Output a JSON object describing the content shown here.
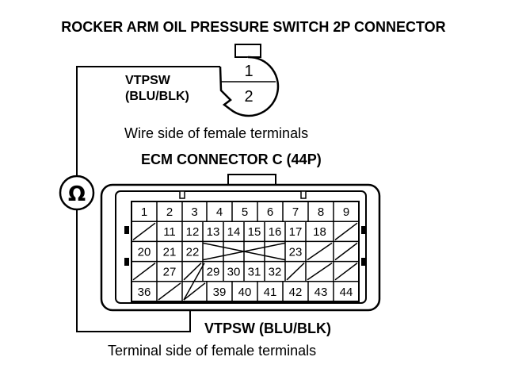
{
  "title": "ROCKER ARM OIL PRESSURE SWITCH 2P CONNECTOR",
  "switch": {
    "wire_name": "VTPSW",
    "wire_color": "(BLU/BLK)",
    "pins": [
      "1",
      "2"
    ]
  },
  "view_note_top": "Wire side of female terminals",
  "ecm_title": "ECM CONNECTOR C (44P)",
  "ohmmeter_symbol": "Ω",
  "ecm_rows": [
    [
      "1",
      "2",
      "3",
      "4",
      "5",
      "6",
      "7",
      "8",
      "9"
    ],
    [
      "",
      "11",
      "12",
      "13",
      "14",
      "15",
      "16",
      "17",
      "18",
      ""
    ],
    [
      "20",
      "21",
      "22",
      "",
      "",
      "",
      "23",
      "",
      ""
    ],
    [
      "",
      "27",
      "",
      "29",
      "30",
      "31",
      "32",
      "",
      ""
    ],
    [
      "36",
      "",
      "",
      "39",
      "40",
      "41",
      "42",
      "43",
      "44"
    ]
  ],
  "bottom_wire": "VTPSW (BLU/BLK)",
  "view_note_bottom": "Terminal side of female terminals"
}
